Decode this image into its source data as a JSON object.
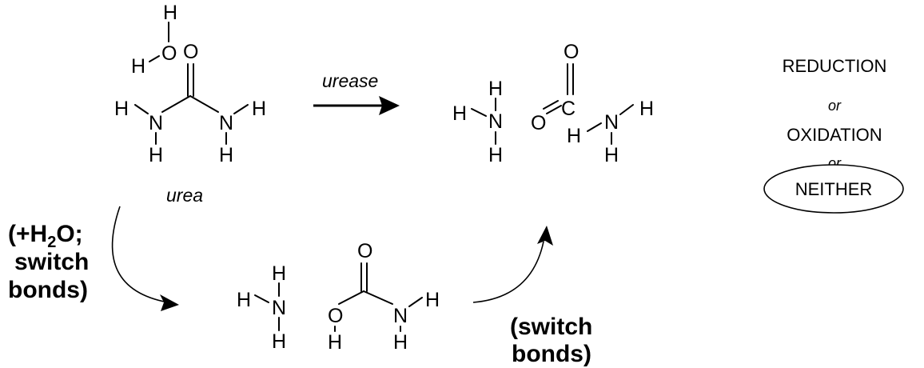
{
  "atoms": {
    "H": "H",
    "O": "O",
    "N": "N",
    "C": "C"
  },
  "reaction": {
    "enzyme_label": "urease",
    "reactant_label": "urea"
  },
  "steps": {
    "step1_plus": "(+H",
    "step1_sub": "2",
    "step1_rest": "O;",
    "step1_line2": "switch",
    "step1_line3": "bonds)",
    "step2_line1": "(switch",
    "step2_line2": "bonds)"
  },
  "classification": {
    "option1": "REDUCTION",
    "or1": "or",
    "option2": "OXIDATION",
    "or2": "or",
    "option3": "NEITHER",
    "selected": "NEITHER"
  }
}
